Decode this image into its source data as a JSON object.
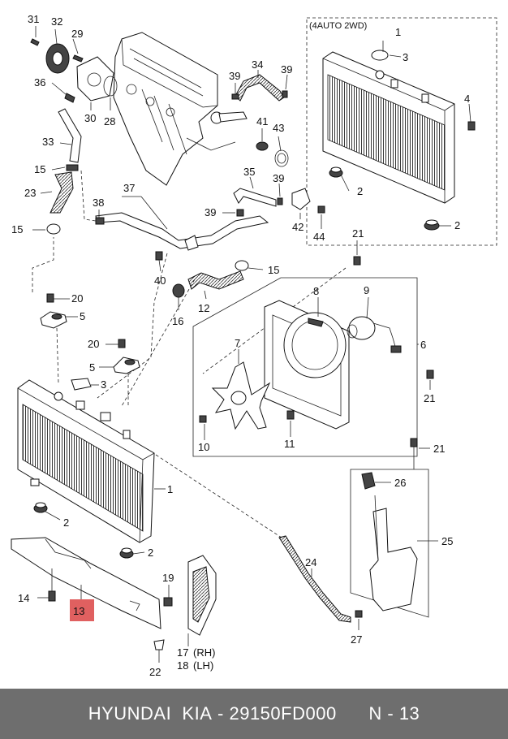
{
  "callouts": {
    "c31": "31",
    "c32": "32",
    "c29": "29",
    "c36": "36",
    "c30": "30",
    "c28": "28",
    "c34": "34",
    "c39a": "39",
    "c39b": "39",
    "c41": "41",
    "c43": "43",
    "c33": "33",
    "c15a": "15",
    "c23": "23",
    "c15b": "15",
    "c35": "35",
    "c39c": "39",
    "c39d": "39",
    "c42": "42",
    "c44": "44",
    "c37": "37",
    "c38": "38",
    "c40": "40",
    "c16": "16",
    "c12": "12",
    "c15c": "15",
    "c21a": "21",
    "c20a": "20",
    "c5a": "5",
    "c20b": "20",
    "c5b": "5",
    "c3b": "3",
    "c8": "8",
    "c9": "9",
    "c7": "7",
    "c6": "6",
    "c21b": "21",
    "c10": "10",
    "c11": "11",
    "c21c": "21",
    "c26": "26",
    "c25": "25",
    "c1b": "1",
    "c2c": "2",
    "c2d": "2",
    "c24": "24",
    "c27": "27",
    "c14": "14",
    "c13": "13",
    "c19": "19",
    "c22": "22",
    "c1a": "1",
    "c3a": "3",
    "c4": "4",
    "c2a": "2",
    "c2b": "2",
    "c17": "17",
    "c17sub": "(RH)",
    "c18": "18",
    "c18sub": "(LH)"
  },
  "inset": {
    "label": "(4AUTO 2WD)"
  },
  "highlight": {
    "part": "13",
    "color": "#e06060"
  },
  "footer": {
    "brand": "HYUNDAI  KIA",
    "separator": "-",
    "part_number": "29150FD000",
    "page_ref": "N - 13"
  }
}
